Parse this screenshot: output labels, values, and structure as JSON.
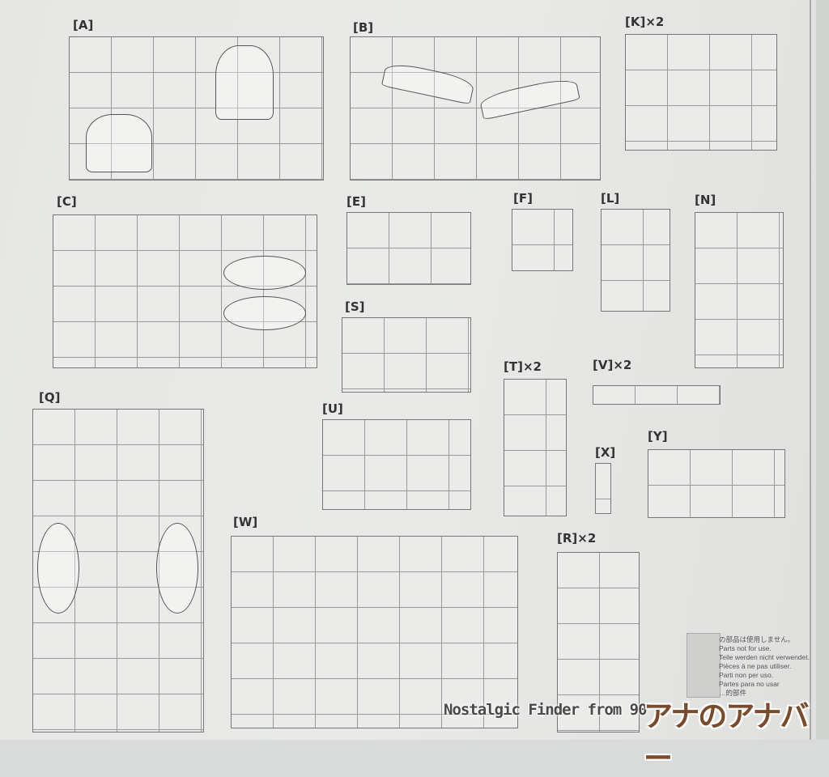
{
  "sprues": [
    {
      "id": "A",
      "label": "[A]"
    },
    {
      "id": "B",
      "label": "[B]"
    },
    {
      "id": "K",
      "label": "[K]×2"
    },
    {
      "id": "C",
      "label": "[C]"
    },
    {
      "id": "E",
      "label": "[E]"
    },
    {
      "id": "F",
      "label": "[F]"
    },
    {
      "id": "L",
      "label": "[L]"
    },
    {
      "id": "N",
      "label": "[N]"
    },
    {
      "id": "S",
      "label": "[S]"
    },
    {
      "id": "T",
      "label": "[T]×2"
    },
    {
      "id": "V",
      "label": "[V]×2"
    },
    {
      "id": "U",
      "label": "[U]"
    },
    {
      "id": "X",
      "label": "[X]"
    },
    {
      "id": "Y",
      "label": "[Y]"
    },
    {
      "id": "Q",
      "label": "[Q]"
    },
    {
      "id": "W",
      "label": "[W]"
    },
    {
      "id": "R",
      "label": "[R]×2"
    }
  ],
  "legend": {
    "lines": [
      "の部品は使用しません。",
      "Parts not for use.",
      "Teile werden nicht verwendet.",
      "Pièces à ne pas utiliser.",
      "Parti non per uso.",
      "Partes para no usar",
      "…的部件"
    ],
    "swatch_color": "#cfd0ce"
  },
  "watermark": {
    "english": "Nostalgic Finder from 90's",
    "japanese": "アナのアナバー",
    "color": "#7a4a2a"
  }
}
